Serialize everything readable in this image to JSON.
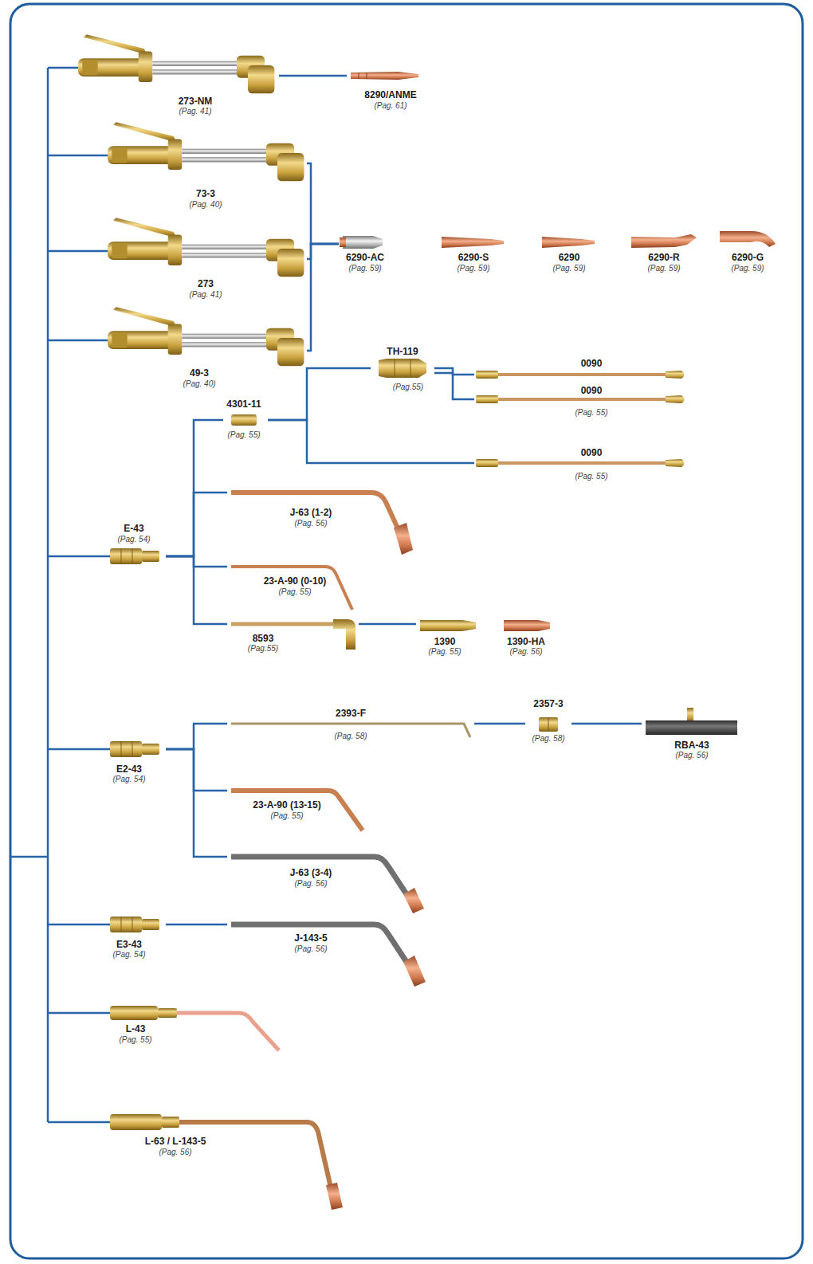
{
  "diagram": {
    "nodes": [
      {
        "text": [
          "273-NM",
          "(Pag. 41)"
        ]
      },
      {
        "text": [
          "8290/ANME",
          "(Pag. 61)"
        ]
      },
      {
        "text": [
          "73-3",
          "(Pag. 40)"
        ]
      },
      {
        "text": [
          "273",
          "(Pag. 41)"
        ]
      },
      {
        "text": [
          "49-3",
          "(Pag. 40)"
        ]
      },
      {
        "text": [
          "6290-AC",
          "(Pag. 59)"
        ]
      },
      {
        "text": [
          "6290-S",
          "(Pag. 59)"
        ]
      },
      {
        "text": [
          "6290",
          "(Pag. 59)"
        ]
      },
      {
        "text": [
          "6290-R",
          "(Pag. 59)"
        ]
      },
      {
        "text": [
          "6290-G",
          "(Pag. 59)"
        ]
      },
      {
        "text": [
          "E-43",
          "(Pag. 54)"
        ]
      },
      {
        "text": [
          "4301-11",
          "(Pag. 55)"
        ]
      },
      {
        "text": [
          "TH-119",
          "(Pag.55)"
        ]
      },
      {
        "text": [
          "0090"
        ]
      },
      {
        "text": [
          "0090",
          "(Pag. 55)"
        ]
      },
      {
        "text": [
          "0090",
          "(Pag. 55)"
        ]
      },
      {
        "text": [
          "J-63 (1-2)",
          "(Pag. 56)"
        ]
      },
      {
        "text": [
          "23-A-90 (0-10)",
          "(Pag. 55)"
        ]
      },
      {
        "text": [
          "8593",
          "(Pag.55)"
        ]
      },
      {
        "text": [
          "1390",
          "(Pag. 55)"
        ]
      },
      {
        "text": [
          "1390-HA",
          "(Pag. 56)"
        ]
      },
      {
        "text": [
          "E2-43",
          "(Pag. 54)"
        ]
      },
      {
        "text": [
          "2393-F",
          "(Pag. 58)"
        ]
      },
      {
        "text": [
          "2357-3",
          "(Pag. 58)"
        ]
      },
      {
        "text": [
          "RBA-43",
          "(Pag. 56)"
        ]
      },
      {
        "text": [
          "23-A-90 (13-15)",
          "(Pag. 55)"
        ]
      },
      {
        "text": [
          "J-63 (3-4)",
          "(Pag. 56)"
        ]
      },
      {
        "text": [
          "E3-43",
          "(Pag. 54)"
        ]
      },
      {
        "text": [
          "J-143-5",
          "(Pag. 56)"
        ]
      },
      {
        "text": [
          "L-43",
          "(Pag. 55)"
        ]
      },
      {
        "text": [
          "L-63 / L-143-5",
          "(Pag. 56)"
        ]
      }
    ],
    "edges": [
      {
        "from": 0,
        "to": 1,
        "arrow": "none"
      },
      {
        "from": 2,
        "to": 5,
        "arrow": "none"
      },
      {
        "from": 3,
        "to": 5,
        "arrow": "none"
      },
      {
        "from": 4,
        "to": 5,
        "arrow": "none"
      },
      {
        "from": 10,
        "to": 11,
        "arrow": "none"
      },
      {
        "from": 10,
        "to": 16,
        "arrow": "none"
      },
      {
        "from": 10,
        "to": 17,
        "arrow": "none"
      },
      {
        "from": 10,
        "to": 18,
        "arrow": "none"
      },
      {
        "from": 11,
        "to": 12,
        "arrow": "none"
      },
      {
        "from": 11,
        "to": 15,
        "arrow": "none"
      },
      {
        "from": 12,
        "to": 13,
        "arrow": "none"
      },
      {
        "from": 12,
        "to": 14,
        "arrow": "none"
      },
      {
        "from": 18,
        "to": 19,
        "arrow": "none"
      },
      {
        "from": 21,
        "to": 22,
        "arrow": "none"
      },
      {
        "from": 21,
        "to": 25,
        "arrow": "none"
      },
      {
        "from": 21,
        "to": 26,
        "arrow": "none"
      },
      {
        "from": 22,
        "to": 23,
        "arrow": "none"
      },
      {
        "from": 23,
        "to": 24,
        "arrow": "none"
      },
      {
        "from": 27,
        "to": 28,
        "arrow": "none"
      }
    ]
  }
}
